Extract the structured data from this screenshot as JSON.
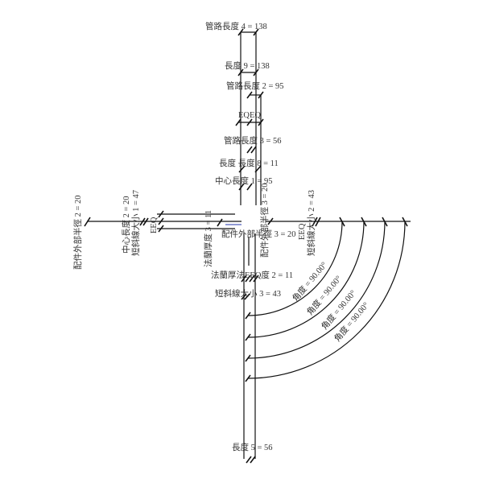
{
  "labels": {
    "pipe_len_4": "管路長度 4 = 138",
    "len_9": "長度 9 = 138",
    "pipe_len_2": "管路長度 2 = 95",
    "eqeq": "EQEQ",
    "pipe_len_3": "管路長度 3 = 56",
    "len_8": "長度 長度 8 = 11",
    "center_len_1": "中心長度 1 = 95",
    "fitting_outer_radius_2": "配件外部半徑 2 = 20",
    "center_len_2": "中心長度 2 = 20",
    "short_slash_1": "短斜線大小 1 = 47",
    "eq_left": "EEQ",
    "flange_thick_3": "法蘭厚度 3 = 11",
    "fitting_outer_radius_3": "配件外部半徑 3 = 20",
    "fitting_outer_radius_3v": "配件外部半徑 3 = 20",
    "eq_right": "EEQ",
    "short_slash_2": "短斜線大小 2 = 43",
    "flange_2": "法蘭厚法EEQ度 2 = 11",
    "short_slash_3": "短斜線大小 3 = 43",
    "angle_1": "角度 = 90.00°",
    "angle_2": "角度 = 90.00°",
    "angle_3": "角度 = 90.00°",
    "angle_4": "角度 = 90.00°",
    "len_5": "長度 5 = 56"
  }
}
